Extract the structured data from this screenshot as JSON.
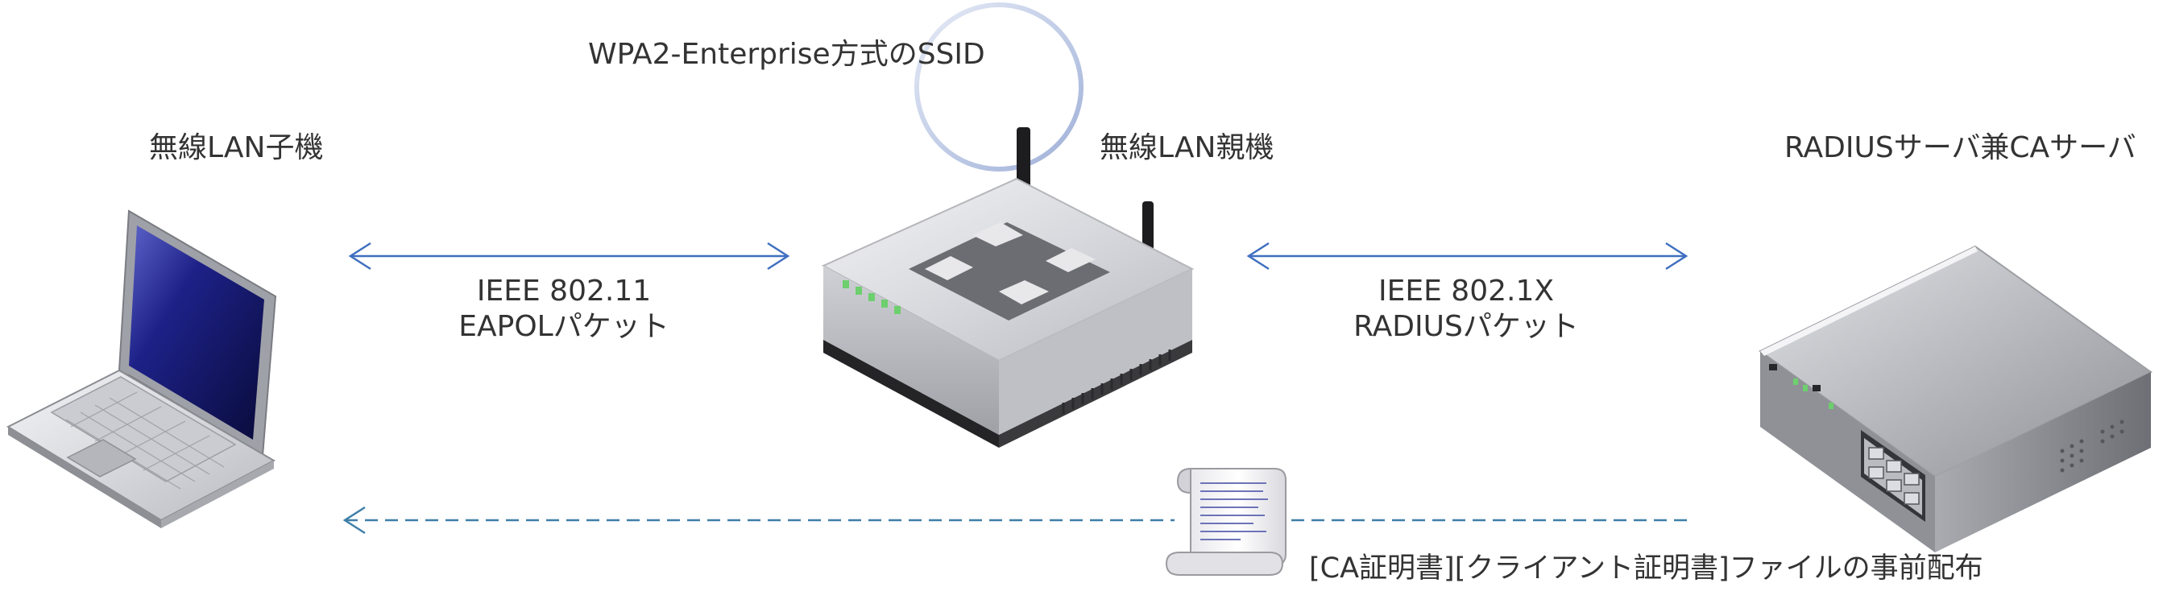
{
  "labels": {
    "ssid": "WPA2-Enterprise方式のSSID",
    "client": "無線LAN子機",
    "access_point": "無線LAN親機",
    "server": "RADIUSサーバ兼CAサーバ"
  },
  "connections": {
    "client_ap": {
      "line1": "IEEE 802.11",
      "line2": "EAPOLパケット"
    },
    "ap_server": {
      "line1": "IEEE 802.1X",
      "line2": "RADIUSパケット"
    }
  },
  "distribution": {
    "label": "[CA証明書][クライアント証明書]ファイルの事前配布"
  },
  "colors": {
    "arrow": "#3f6fc0",
    "dashed_arrow": "#3f7fa8",
    "text": "#333333"
  }
}
